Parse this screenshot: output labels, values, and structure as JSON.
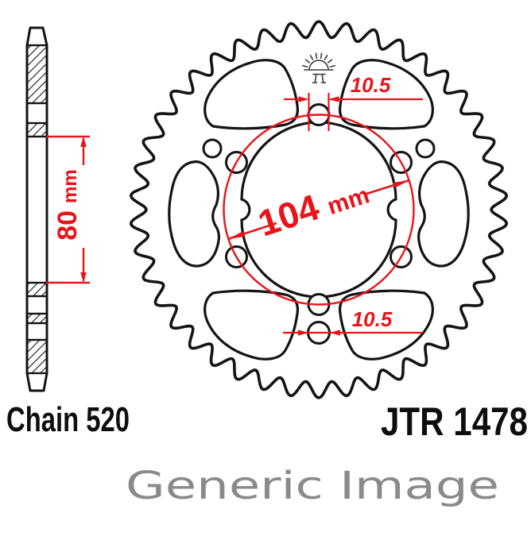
{
  "diagram": {
    "part_number": "JTR 1478",
    "chain_size": "Chain 520",
    "watermark": "Generic Image",
    "dimensions": {
      "bolt_circle": {
        "value": "104",
        "unit": "mm"
      },
      "hole_top": {
        "value": "10.5"
      },
      "hole_bottom": {
        "value": "10.5"
      },
      "width": {
        "value": "80",
        "unit": "mm"
      }
    },
    "logo": "jt-sunrise-logo",
    "colors": {
      "line_black": "#141414",
      "dimension_red": "#e8141b",
      "watermark_gray": "#8a8a8a"
    }
  }
}
